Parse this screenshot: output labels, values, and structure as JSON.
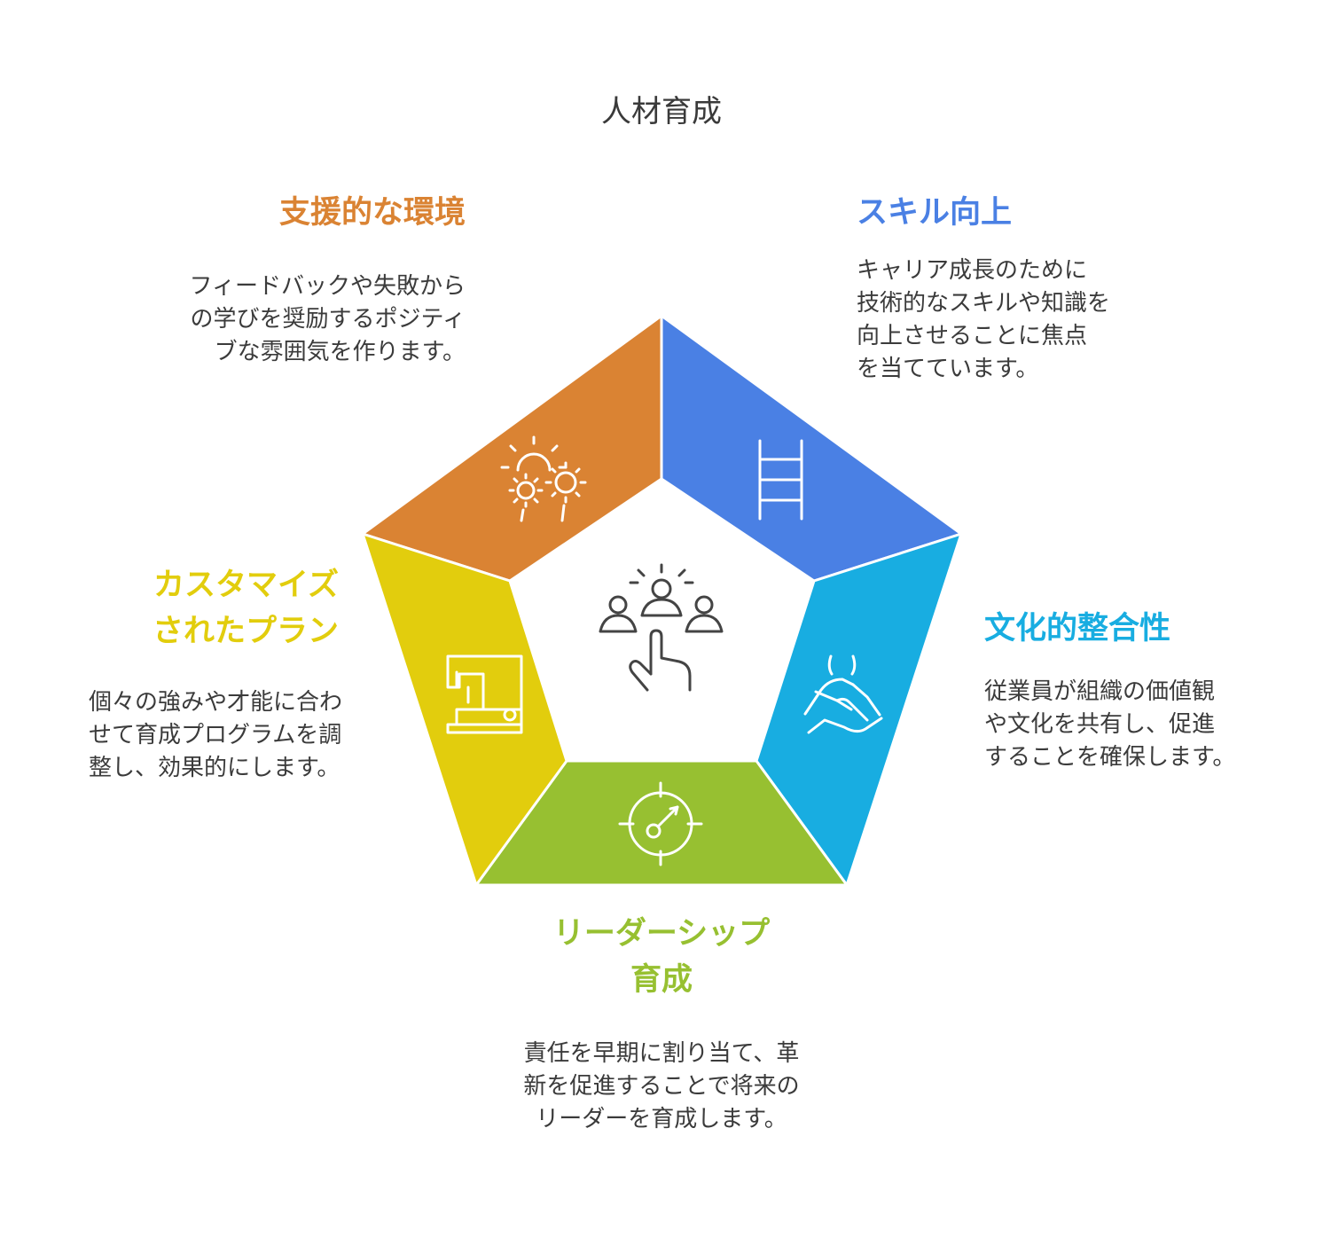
{
  "title": "人材育成",
  "colors": {
    "supportive": "#DA8333",
    "skill": "#4A80E4",
    "culture": "#18ADE1",
    "leadership": "#97C031",
    "custom": "#E2CD0D"
  },
  "segments": {
    "supportive": {
      "icon": "sun-flowers-icon",
      "heading": [
        "支援的な環境"
      ],
      "desc": [
        "フィードバックや失敗から",
        "の学びを奨励するポジティ",
        "ブな雰囲気を作ります。"
      ]
    },
    "skill": {
      "icon": "ladder-icon",
      "heading": [
        "スキル向上"
      ],
      "desc": [
        "キャリア成長のために",
        "技術的なスキルや知識を",
        "向上させることに焦点",
        "を当てています。"
      ]
    },
    "culture": {
      "icon": "hands-together-icon",
      "heading": [
        "文化的整合性"
      ],
      "desc": [
        "従業員が組織の価値観",
        "や文化を共有し、促進",
        "することを確保します。"
      ]
    },
    "leadership": {
      "icon": "target-gauge-icon",
      "heading": [
        "リーダーシップ",
        "育成"
      ],
      "desc": [
        "責任を早期に割り当て、革",
        "新を促進することで将来の",
        "リーダーを育成します。"
      ]
    },
    "custom": {
      "icon": "sewing-machine-icon",
      "heading": [
        "カスタマイズ",
        "されたプラン"
      ],
      "desc": [
        "個々の強みや才能に合わ",
        "せて育成プログラムを調",
        "整し、効果的にします。"
      ]
    }
  },
  "center_icon": "people-pointer-icon"
}
